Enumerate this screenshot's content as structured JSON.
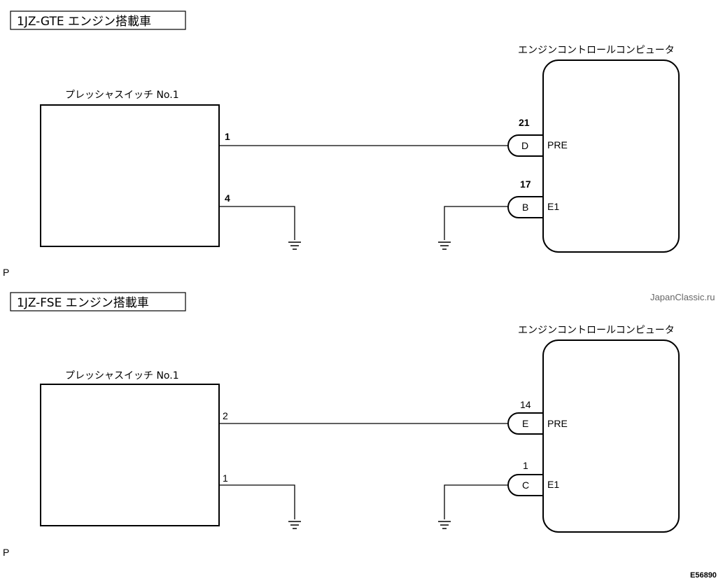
{
  "diagram_1": {
    "title": "1JZ-GTE エンジン搭載車",
    "switch_label": "プレッシャスイッチ No.1",
    "ecu_label": "エンジンコントロールコンピュータ",
    "switch_pin_signal": "1",
    "switch_pin_ground": "4",
    "ecu_pin_signal": "21",
    "ecu_pin_ground": "17",
    "connector_signal": "D",
    "connector_ground": "B",
    "signal_name": "PRE",
    "ground_name": "E1",
    "marker": "P"
  },
  "diagram_2": {
    "title": "1JZ-FSE エンジン搭載車",
    "switch_label": "プレッシャスイッチ No.1",
    "ecu_label": "エンジンコントロールコンピュータ",
    "switch_pin_signal": "2",
    "switch_pin_ground": "1",
    "ecu_pin_signal": "14",
    "ecu_pin_ground": "1",
    "connector_signal": "E",
    "connector_ground": "C",
    "signal_name": "PRE",
    "ground_name": "E1",
    "marker": "P"
  },
  "watermark": "JapanClassic.ru",
  "figure_code": "E56890"
}
